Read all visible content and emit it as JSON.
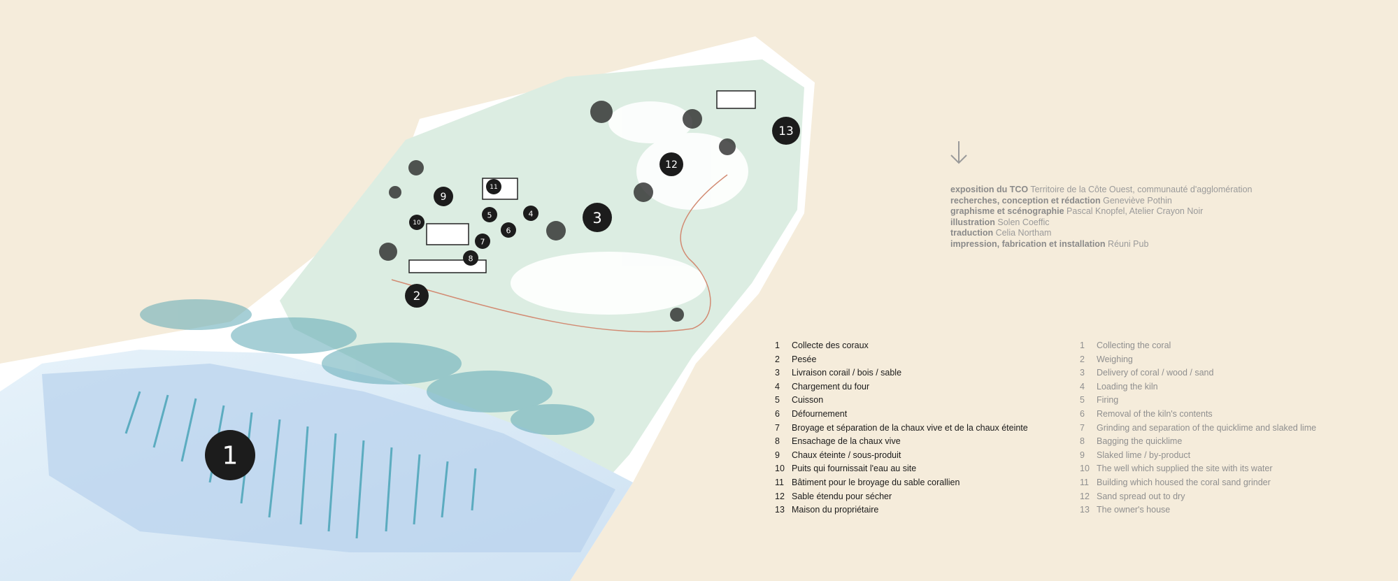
{
  "credits": [
    {
      "role": "exposition du TCO",
      "name": "Territoire de la Côte Ouest, communauté d'agglomération"
    },
    {
      "role": "recherches, conception et rédaction",
      "name": "Geneviève Pothin"
    },
    {
      "role": "graphisme et scénographie",
      "name": "Pascal Knopfel, Atelier Crayon Noir"
    },
    {
      "role": "illustration",
      "name": "Solen Coeffic"
    },
    {
      "role": "traduction",
      "name": "Celia Northam"
    },
    {
      "role": "impression, fabrication et installation",
      "name": "Réuni Pub"
    }
  ],
  "legend_fr": [
    {
      "num": "1",
      "label": "Collecte des coraux"
    },
    {
      "num": "2",
      "label": "Pesée"
    },
    {
      "num": "3",
      "label": "Livraison corail / bois / sable"
    },
    {
      "num": "4",
      "label": "Chargement du four"
    },
    {
      "num": "5",
      "label": "Cuisson"
    },
    {
      "num": "6",
      "label": "Défournement"
    },
    {
      "num": "7",
      "label": "Broyage et séparation de la chaux vive et de la chaux éteinte"
    },
    {
      "num": "8",
      "label": "Ensachage de la chaux vive"
    },
    {
      "num": "9",
      "label": "Chaux éteinte / sous-produit"
    },
    {
      "num": "10",
      "label": "Puits qui fournissait l'eau au site"
    },
    {
      "num": "11",
      "label": "Bâtiment pour le broyage du sable corallien"
    },
    {
      "num": "12",
      "label": "Sable étendu pour sécher"
    },
    {
      "num": "13",
      "label": "Maison du propriétaire"
    }
  ],
  "legend_en": [
    {
      "num": "1",
      "label": "Collecting the coral"
    },
    {
      "num": "2",
      "label": "Weighing"
    },
    {
      "num": "3",
      "label": "Delivery of coral / wood / sand"
    },
    {
      "num": "4",
      "label": "Loading the kiln"
    },
    {
      "num": "5",
      "label": "Firing"
    },
    {
      "num": "6",
      "label": "Removal of the kiln's contents"
    },
    {
      "num": "7",
      "label": "Grinding and separation of the quicklime and slaked lime"
    },
    {
      "num": "8",
      "label": "Bagging the quicklime"
    },
    {
      "num": "9",
      "label": "Slaked lime / by-product"
    },
    {
      "num": "10",
      "label": "The well which supplied the site with its water"
    },
    {
      "num": "11",
      "label": "Building which housed the coral sand grinder"
    },
    {
      "num": "12",
      "label": "Sand spread out to dry"
    },
    {
      "num": "13",
      "label": "The owner's house"
    }
  ],
  "map_markers": [
    "1",
    "2",
    "3",
    "4",
    "5",
    "6",
    "7",
    "8",
    "9",
    "10",
    "11",
    "12",
    "13"
  ],
  "colors": {
    "background": "#f5ecdb",
    "site": "#dcede2",
    "sea": "#cfe3f2",
    "reef": "#3a9db0",
    "marker": "#1c1c1c"
  }
}
